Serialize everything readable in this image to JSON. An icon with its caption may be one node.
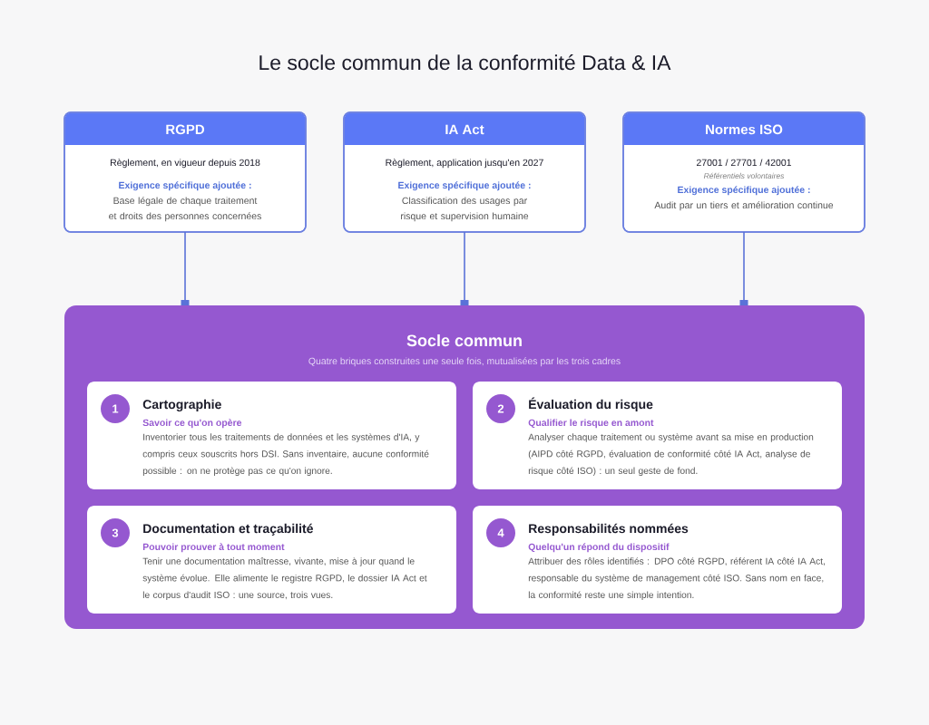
{
  "diagram": {
    "title": "Le socle commun de la conformité Data & IA",
    "nodes": [
      {
        "text": [
          "RGPD",
          "Règlement, en vigueur depuis 2018",
          "Exigence spécifique ajoutée :",
          "Base légale de chaque traitement et droits des personnes concernées"
        ]
      },
      {
        "text": [
          "IA Act",
          "Règlement, application jusqu'en 2027",
          "Exigence spécifique ajoutée :",
          "Classification des usages par risque et supervision humaine"
        ]
      },
      {
        "text": [
          "Normes ISO",
          "27001 / 27701 / 42001",
          "Référentiels volontaires",
          "Exigence spécifique ajoutée :",
          "Audit par un tiers et amélioration continue"
        ]
      },
      {
        "text": [
          "Socle commun",
          "Quatre briques construites une seule fois, mutualisées par les trois cadres"
        ]
      },
      {
        "text": [
          "Cartographie",
          "Savoir ce qu'on opère",
          "Inventorier tous les traitements de données et les systèmes d'IA, y compris ceux souscrits hors DSI. Sans inventaire, aucune conformité possible : on ne protège pas ce qu'on ignore."
        ],
        "in": 3
      },
      {
        "text": [
          "1"
        ],
        "in": 4
      },
      {
        "text": [
          "Évaluation du risque",
          "Qualifier le risque en amont",
          "Analyser chaque traitement ou système avant sa mise en production (AIPD côté RGPD, évaluation de conformité côté IA Act, analyse de risque côté ISO) : un seul geste de fond."
        ],
        "in": 3
      },
      {
        "text": [
          "2"
        ],
        "in": 6
      },
      {
        "text": [
          "Documentation et traçabilité",
          "Pouvoir prouver à tout moment",
          "Tenir une documentation maîtresse, vivante, mise à jour quand le système évolue. Elle alimente le registre RGPD, le dossier IA Act et le corpus d'audit ISO : une source, trois vues."
        ],
        "in": 3
      },
      {
        "text": [
          "3"
        ],
        "in": 8
      },
      {
        "text": [
          "Responsabilités nommées",
          "Quelqu'un répond du dispositif",
          "Attribuer des rôles identifiés : DPO côté RGPD, référent IA côté IA Act, responsable du système de management côté ISO. Sans nom en face, la conformité reste une simple intention."
        ],
        "in": 3
      },
      {
        "text": [
          "4"
        ],
        "in": 10
      }
    ],
    "edges": [
      {
        "from": 0,
        "to": 3,
        "arrow": "other"
      },
      {
        "from": 1,
        "to": 3,
        "arrow": "other"
      },
      {
        "from": 2,
        "to": 3,
        "arrow": "other"
      }
    ]
  }
}
